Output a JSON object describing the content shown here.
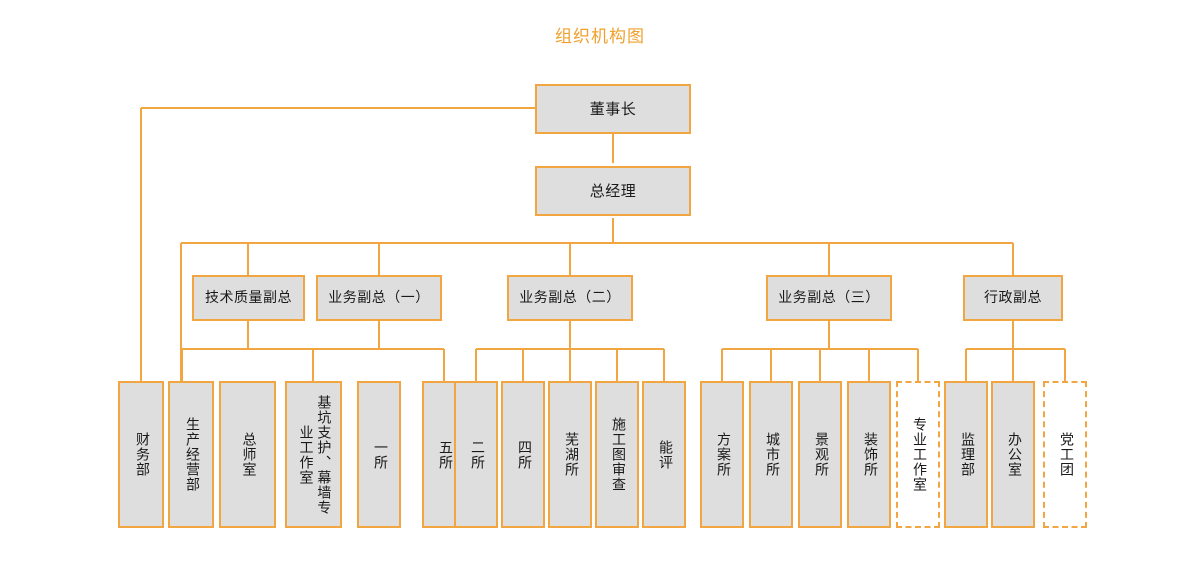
{
  "title": "组织机构图",
  "theme": {
    "accent": "#F2A641",
    "node_fill": "#DEDEDE",
    "title_color": "#F0A02E",
    "text_color": "#1a1a1a",
    "background": "#FFFFFF"
  },
  "chart_data": {
    "type": "diagram",
    "diagram_type": "organization-chart",
    "title": "组织机构图",
    "orientation": "top-down",
    "levels": [
      {
        "level": 1,
        "nodes": [
          "董事长"
        ]
      },
      {
        "level": 2,
        "nodes": [
          "总经理"
        ]
      },
      {
        "level": 3,
        "nodes": [
          "技术质量副总",
          "业务副总（一）",
          "业务副总（二）",
          "业务副总（三）",
          "行政副总"
        ]
      },
      {
        "level": 4,
        "nodes": [
          "财务部",
          "生产经营部",
          "总师室",
          "基坑支护、幕墙专业工作室",
          "一所",
          "五所",
          "二所",
          "四所",
          "芜湖所",
          "施工图审查",
          "能评",
          "方案所",
          "城市所",
          "景观所",
          "装饰所",
          "专业工作室",
          "监理部",
          "办公室",
          "党工团"
        ]
      }
    ],
    "edges": [
      {
        "from": "董事长",
        "to": "总经理"
      },
      {
        "from": "董事长",
        "to": "财务部"
      },
      {
        "from": "总经理",
        "to": "技术质量副总"
      },
      {
        "from": "总经理",
        "to": "业务副总（一）"
      },
      {
        "from": "总经理",
        "to": "业务副总（二）"
      },
      {
        "from": "总经理",
        "to": "业务副总（三）"
      },
      {
        "from": "总经理",
        "to": "行政副总"
      },
      {
        "from": "总经理",
        "to": "生产经营部"
      },
      {
        "from": "技术质量副总",
        "to": "总师室"
      },
      {
        "from": "技术质量副总",
        "to": "基坑支护、幕墙专业工作室"
      },
      {
        "from": "业务副总（一）",
        "to": "一所"
      },
      {
        "from": "业务副总（一）",
        "to": "五所"
      },
      {
        "from": "业务副总（二）",
        "to": "二所"
      },
      {
        "from": "业务副总（二）",
        "to": "四所"
      },
      {
        "from": "业务副总（二）",
        "to": "芜湖所"
      },
      {
        "from": "业务副总（二）",
        "to": "施工图审查"
      },
      {
        "from": "业务副总（二）",
        "to": "能评"
      },
      {
        "from": "业务副总（三）",
        "to": "方案所"
      },
      {
        "from": "业务副总（三）",
        "to": "城市所"
      },
      {
        "from": "业务副总（三）",
        "to": "景观所"
      },
      {
        "from": "业务副总（三）",
        "to": "装饰所"
      },
      {
        "from": "业务副总（三）",
        "to": "专业工作室"
      },
      {
        "from": "行政副总",
        "to": "监理部"
      },
      {
        "from": "行政副总",
        "to": "办公室"
      },
      {
        "from": "行政副总",
        "to": "党工团"
      }
    ]
  },
  "nodes": {
    "chairman": {
      "label": "董事长"
    },
    "general_manager": {
      "label": "总经理"
    },
    "vp_tech_quality": {
      "label": "技术质量副总"
    },
    "vp_business_1": {
      "label": "业务副总（一）"
    },
    "vp_business_2": {
      "label": "业务副总（二）"
    },
    "vp_business_3": {
      "label": "业务副总（三）"
    },
    "vp_admin": {
      "label": "行政副总"
    },
    "finance_dept": {
      "label": "财务部"
    },
    "production_mgmt_dept": {
      "label": "生产经营部"
    },
    "chief_engineer_office": {
      "label": "总师室"
    },
    "foundation_curtain_studio": {
      "label": "基坑支护、幕墙专业工作室"
    },
    "institute_1": {
      "label": "一所"
    },
    "institute_5": {
      "label": "五所"
    },
    "institute_2": {
      "label": "二所"
    },
    "institute_4": {
      "label": "四所"
    },
    "wuhu_institute": {
      "label": "芜湖所"
    },
    "construction_drawing_review": {
      "label": "施工图审查"
    },
    "energy_assessment": {
      "label": "能评"
    },
    "scheme_institute": {
      "label": "方案所"
    },
    "urban_institute": {
      "label": "城市所"
    },
    "landscape_institute": {
      "label": "景观所"
    },
    "decoration_institute": {
      "label": "装饰所"
    },
    "professional_studio": {
      "label": "专业工作室"
    },
    "supervision_dept": {
      "label": "监理部"
    },
    "admin_office": {
      "label": "办公室"
    },
    "party_union_youth": {
      "label": "党工团"
    }
  }
}
